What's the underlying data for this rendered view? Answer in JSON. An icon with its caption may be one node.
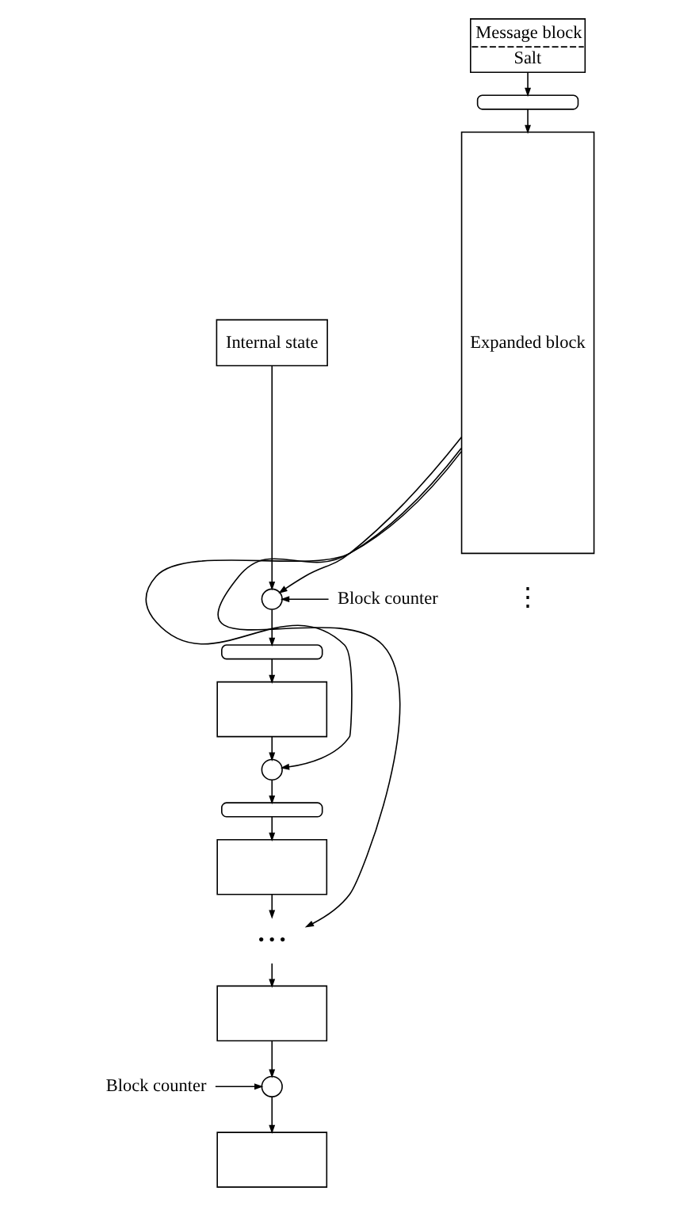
{
  "diagram": {
    "nodes": [
      {
        "text": [
          "Message block",
          "Salt"
        ]
      },
      {
        "text": [],
        "shape": "box"
      },
      {
        "text": [
          "Expanded block"
        ]
      },
      {
        "text": [
          "Internal state"
        ]
      },
      {
        "text": [],
        "shape": "circle"
      },
      {
        "text": [
          "Block counter"
        ]
      },
      {
        "text": [],
        "shape": "box"
      },
      {
        "text": [],
        "shape": "box"
      },
      {
        "text": [],
        "shape": "circle"
      },
      {
        "text": [],
        "shape": "box"
      },
      {
        "text": [],
        "shape": "box"
      },
      {
        "text": [
          "• • •"
        ]
      },
      {
        "text": [],
        "shape": "box"
      },
      {
        "text": [],
        "shape": "circle"
      },
      {
        "text": [
          "Block counter"
        ]
      },
      {
        "text": [],
        "shape": "box"
      }
    ],
    "edges": [
      {
        "from": 0,
        "to": 1,
        "arrow": "to"
      },
      {
        "from": 1,
        "to": 2,
        "arrow": "to"
      },
      {
        "from": 2,
        "to": 4,
        "arrow": "to"
      },
      {
        "from": 3,
        "to": 4,
        "arrow": "to"
      },
      {
        "from": 5,
        "to": 4,
        "arrow": "to"
      },
      {
        "from": 4,
        "to": 6,
        "arrow": "to"
      },
      {
        "from": 6,
        "to": 7,
        "arrow": "to"
      },
      {
        "from": 7,
        "to": 8,
        "arrow": "to"
      },
      {
        "from": 2,
        "to": 8,
        "arrow": "to"
      },
      {
        "from": 8,
        "to": 9,
        "arrow": "to"
      },
      {
        "from": 9,
        "to": 10,
        "arrow": "to"
      },
      {
        "from": 10,
        "to": 11,
        "arrow": "to"
      },
      {
        "from": 2,
        "to": 11,
        "arrow": "to"
      },
      {
        "from": 11,
        "to": 12,
        "arrow": "to"
      },
      {
        "from": 12,
        "to": 13,
        "arrow": "to"
      },
      {
        "from": 14,
        "to": 13,
        "arrow": "to"
      },
      {
        "from": 13,
        "to": 15,
        "arrow": "to"
      }
    ],
    "labels": [
      "⋮"
    ]
  }
}
